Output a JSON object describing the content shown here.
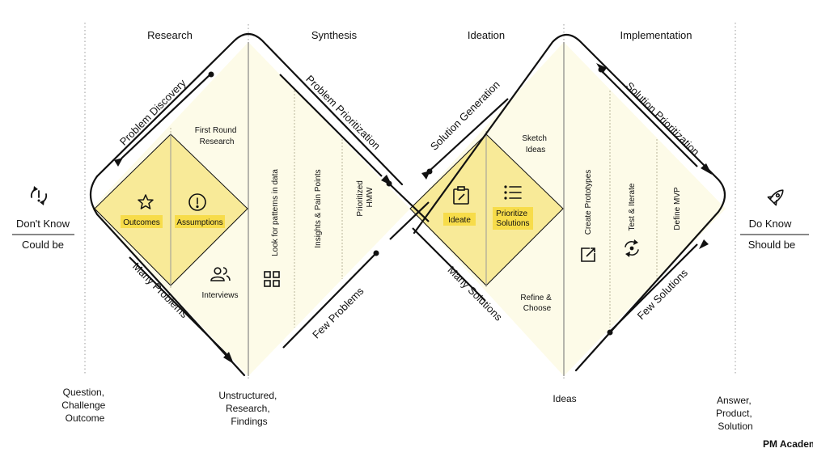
{
  "phases": [
    "Research",
    "Synthesis",
    "Ideation",
    "Implementation"
  ],
  "left_side": {
    "top": "Don't Know",
    "bottom": "Could be"
  },
  "right_side": {
    "top": "Do Know",
    "bottom": "Should be"
  },
  "bottom_labels": {
    "start": [
      "Question,",
      "Challenge",
      "Outcome"
    ],
    "middle": [
      "Unstructured,",
      "Research,",
      "Findings"
    ],
    "ideas": "Ideas",
    "end": [
      "Answer,",
      "Product,",
      "Solution"
    ]
  },
  "edges": {
    "problem_discovery": "Problem Discovery",
    "problem_prioritization": "Problem Prioritization",
    "many_problems": "Many Problems",
    "few_problems": "Few Problems",
    "solution_generation": "Solution Generation",
    "solution_prioritization": "Solution Prioritization",
    "many_solutions": "Many Solutions",
    "few_solutions": "Few Solutions"
  },
  "diamond1": {
    "first_round": [
      "First Round",
      "Research"
    ],
    "outcomes": "Outcomes",
    "assumptions": "Assumptions",
    "interviews": "Interviews",
    "patterns": "Look for patterns in data",
    "insights": "Insights & Pain Points",
    "prioritized": [
      "Prioritized",
      "HMW"
    ]
  },
  "diamond2": {
    "sketch": [
      "Sketch",
      "Ideas"
    ],
    "ideate": "Ideate",
    "prioritize": [
      "Prioritize",
      "Solutions"
    ],
    "refine": [
      "Refine &",
      "Choose"
    ],
    "prototypes": "Create Prototypes",
    "test": "Test & Iterate",
    "mvp": "Define MVP"
  },
  "brand": "PM Academy",
  "colors": {
    "diamond_fill": "#fdfbe8",
    "inner_fill": "#f8ea98",
    "highlight": "#f7dc4a",
    "stroke": "#111111",
    "divider": "#9a9a9a"
  }
}
